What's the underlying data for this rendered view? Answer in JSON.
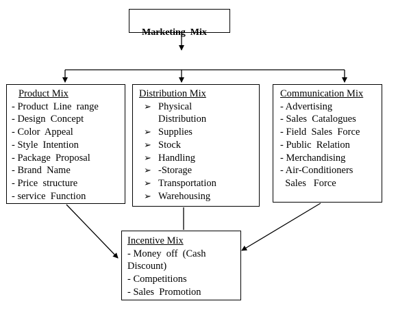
{
  "top": {
    "title": "Marketing  Mix"
  },
  "product_mix": {
    "title": "Product  Mix",
    "items": [
      "- Product  Line  range",
      "- Design  Concept",
      "- Color  Appeal",
      "- Style  Intention",
      "- Package  Proposal",
      "- Brand  Name",
      "- Price  structure",
      "- service  Function"
    ]
  },
  "distribution_mix": {
    "title": "Distribution  Mix",
    "items": [
      "Physical",
      "Distribution",
      "Supplies",
      "Stock",
      "Handling",
      "-Storage",
      "Transportation",
      "Warehousing"
    ],
    "bullet": "➢"
  },
  "communication_mix": {
    "title": "Communication  Mix",
    "items": [
      "- Advertising",
      "- Sales  Catalogues",
      "- Field  Sales  Force",
      "- Public  Relation",
      "- Merchandising",
      "- Air-Conditioners",
      "  Sales   Force"
    ]
  },
  "incentive_mix": {
    "title": "Incentive  Mix",
    "items": [
      "- Money  off  (Cash",
      "Discount)",
      "- Competitions",
      "- Sales  Promotion"
    ]
  }
}
